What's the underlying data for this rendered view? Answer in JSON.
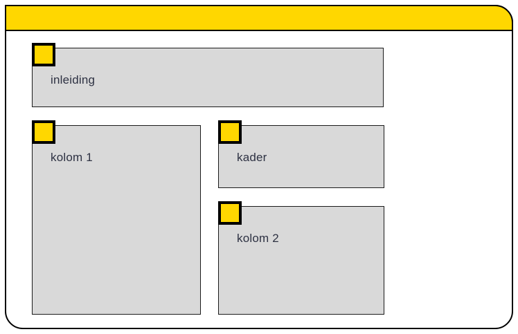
{
  "window": {
    "titlebar": {
      "label": "",
      "color": "#FFD700"
    },
    "frame_color": "#000000",
    "background": "#ffffff"
  },
  "theme": {
    "accent": "#FFD700",
    "box_fill": "#d9d9d9",
    "box_border": "#1a1a1a",
    "text_color": "#2d3142"
  },
  "boxes": [
    {
      "id": "inleiding",
      "label": "inleiding",
      "badge_icon": "yellow-square-marker",
      "column": "full"
    },
    {
      "id": "kolom1",
      "label": "kolom 1",
      "badge_icon": "yellow-square-marker",
      "column": "left"
    },
    {
      "id": "kader",
      "label": "kader",
      "badge_icon": "yellow-square-marker",
      "column": "right"
    },
    {
      "id": "kolom2",
      "label": "kolom 2",
      "badge_icon": "yellow-square-marker",
      "column": "right"
    }
  ]
}
